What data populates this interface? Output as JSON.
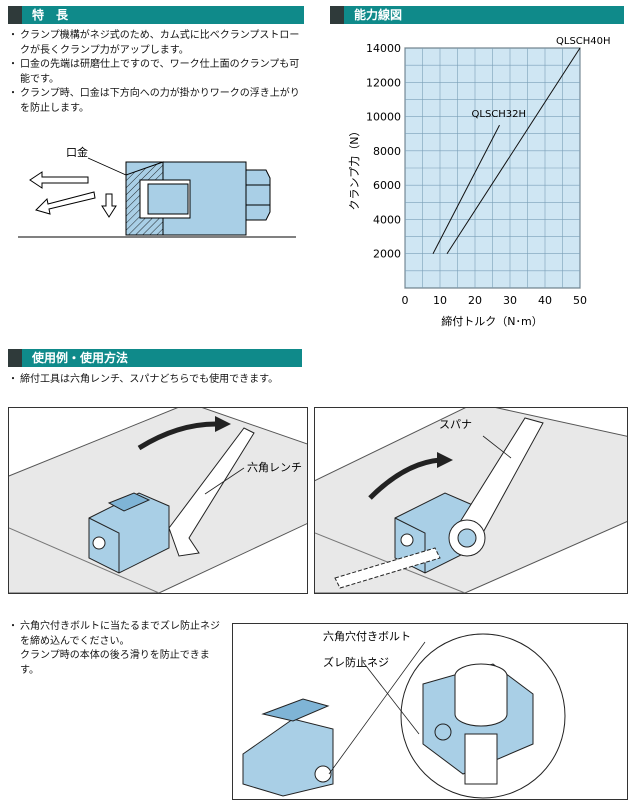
{
  "features": {
    "header": "特　長",
    "items": [
      "クランプ機構がネジ式のため、カム式に比べクランプストロークが長くクランプ力がアップします。",
      "口金の先端は研磨仕上ですので、ワーク仕上面のクランプも可能です。",
      "クランプ時、口金は下方向への力が掛かりワークの浮き上がりを防止します。"
    ],
    "figure_label": "口金"
  },
  "performance": {
    "header": "能力線図",
    "chart_data": {
      "type": "line",
      "xlabel": "締付トルク（N･m）",
      "ylabel": "クランプ力（N）",
      "xlim": [
        0,
        50
      ],
      "ylim": [
        0,
        14000
      ],
      "x_ticks": [
        "0",
        "10",
        "20",
        "30",
        "40",
        "50"
      ],
      "y_ticks": [
        "2000",
        "4000",
        "6000",
        "8000",
        "10000",
        "12000",
        "14000"
      ],
      "grid": true,
      "series": [
        {
          "name": "QLSCH32H",
          "x": [
            8,
            27
          ],
          "y": [
            2000,
            9500
          ]
        },
        {
          "name": "QLSCH40H",
          "x": [
            12,
            50
          ],
          "y": [
            2000,
            14000
          ]
        }
      ]
    }
  },
  "usage": {
    "header": "使用例・使用方法",
    "items": [
      "締付工具は六角レンチ、スパナどちらでも使用できます。"
    ],
    "label_hex_wrench": "六角レンチ",
    "label_spanner": "スパナ",
    "notes": [
      "六角穴付きボルトに当たるまでズレ防止ネジを締め込んでください。",
      "クランプ時の本体の後ろ滑りを防止できます。"
    ],
    "label_hex_bolt": "六角穴付きボルト",
    "label_set_screw": "ズレ防止ネジ"
  },
  "colors": {
    "header_bg": "#0f8a8a",
    "header_square": "#2f3a3a",
    "chart_bg": "#cfe6f3",
    "part_blue": "#a9cfe6",
    "accent_blue": "#6fa8d6"
  }
}
